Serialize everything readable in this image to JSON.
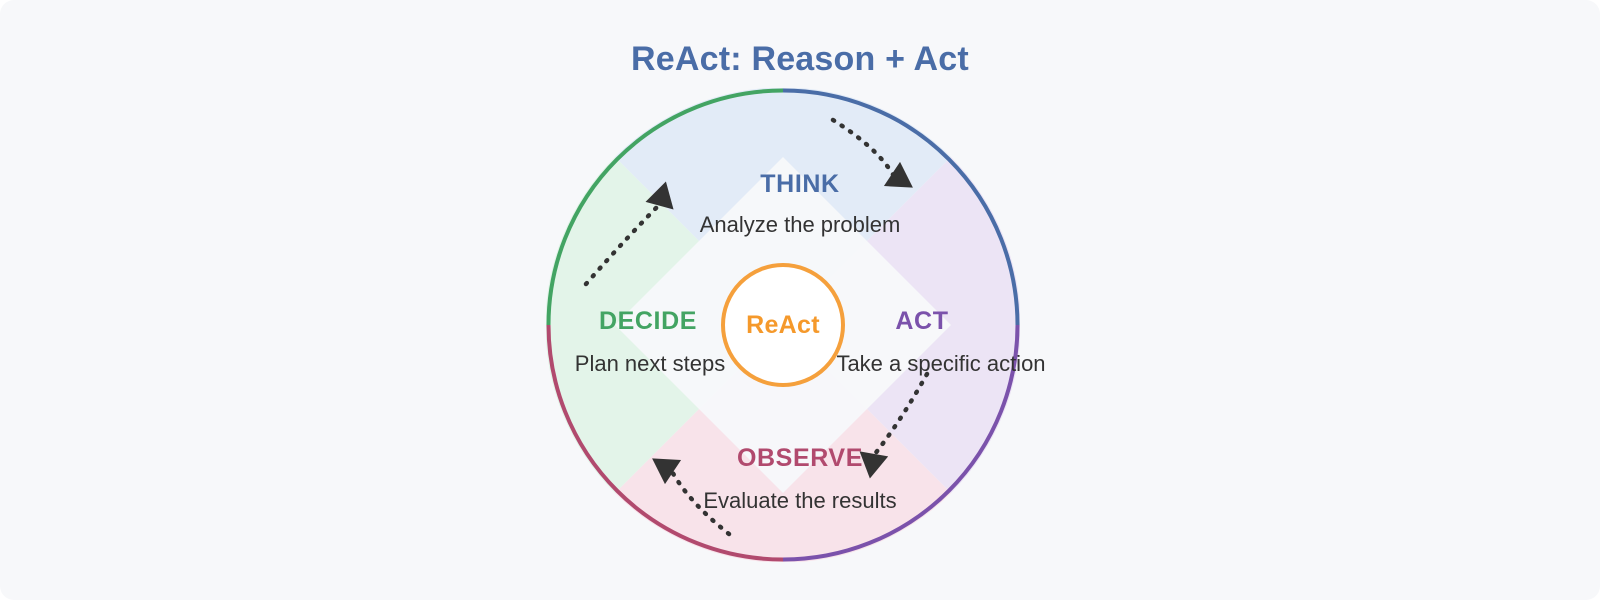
{
  "title": "ReAct: Reason + Act",
  "colors": {
    "background": "#f7f8fa",
    "title": "#4a6da7",
    "think": "#4a6da7",
    "act": "#7b52ab",
    "observe": "#b14a6e",
    "decide": "#43a463",
    "hub_ring": "#f5a03c",
    "hub_text": "#f5992b",
    "description_text": "#333333",
    "arrow": "#333333",
    "think_wedge": "#e2ebf7",
    "act_wedge": "#ece4f5",
    "observe_wedge": "#f8e3ea",
    "decide_wedge": "#e3f4e9"
  },
  "hub": {
    "label": "ReAct"
  },
  "phases": [
    {
      "id": "think",
      "label": "THINK",
      "description": "Analyze the problem",
      "color": "#4a6da7",
      "position": "top"
    },
    {
      "id": "act",
      "label": "ACT",
      "description": "Take a specific action",
      "color": "#7b52ab",
      "position": "right"
    },
    {
      "id": "observe",
      "label": "OBSERVE",
      "description": "Evaluate the results",
      "color": "#b14a6e",
      "position": "bottom"
    },
    {
      "id": "decide",
      "label": "DECIDE",
      "description": "Plan next steps",
      "color": "#43a463",
      "position": "left"
    }
  ],
  "arrows": [
    {
      "id": "think-to-act",
      "from": "THINK",
      "to": "ACT",
      "style": "dotted-curved"
    },
    {
      "id": "act-to-observe",
      "from": "ACT",
      "to": "OBSERVE",
      "style": "dotted-curved"
    },
    {
      "id": "observe-to-decide",
      "from": "OBSERVE",
      "to": "DECIDE",
      "style": "dotted-curved"
    },
    {
      "id": "decide-to-think",
      "from": "DECIDE",
      "to": "THINK",
      "style": "dotted-curved"
    }
  ]
}
